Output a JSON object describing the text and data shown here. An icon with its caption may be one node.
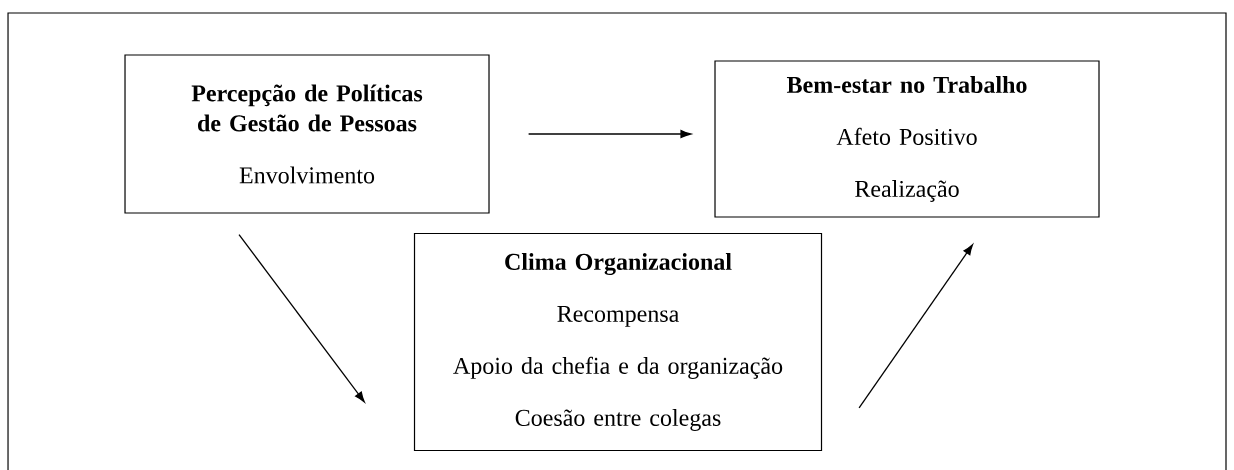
{
  "diagram": {
    "nodes": [
      {
        "text": [
          "Percepção de Políticas de Gestão de Pessoas",
          "Envolvimento"
        ]
      },
      {
        "text": [
          "Bem-estar no Trabalho",
          "Afeto Positivo",
          "Realização"
        ]
      },
      {
        "text": [
          "Clima Organizacional",
          "Recompensa",
          "Apoio da chefia e da organização",
          "Coesão entre colegas"
        ]
      }
    ],
    "edges": [
      {
        "from": 0,
        "to": 1,
        "arrow": "to"
      },
      {
        "from": 0,
        "to": 2,
        "arrow": "to"
      },
      {
        "from": 2,
        "to": 1,
        "arrow": "to"
      }
    ]
  }
}
